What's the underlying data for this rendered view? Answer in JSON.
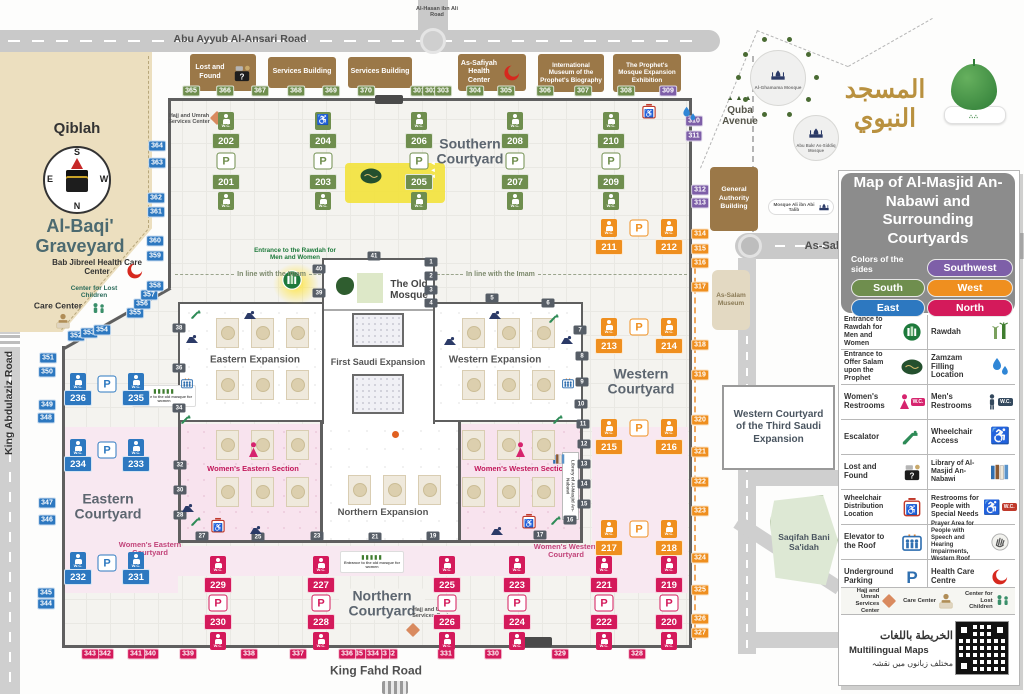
{
  "brand": {
    "arabic_title": "المسجد النبوي"
  },
  "roads": {
    "abu_ayyub": "Abu Ayyub Al-Ansari Road",
    "al_hasan": "Al-Hasan ibn Ali Road",
    "king_abdulaziz": "King Abdulaziz Road",
    "king_fahd": "King Fahd Road",
    "as_salam": "As-Salam Road",
    "quba": "Quba Avenue"
  },
  "compass": {
    "title": "Qiblah",
    "n": "N",
    "s": "S",
    "e": "E",
    "w": "W"
  },
  "places": {
    "graveyard": "Al-Baqi' Graveyard",
    "bab_jibreel": "Bab Jibreel Health Care Center",
    "lost_children": "Center for Lost Children",
    "care_center": "Care Center",
    "al_ghamama": "Al-Ghamama Mosque",
    "abu_bakr": "Abu Bakr As-Siddiq Mosque",
    "ali_talib": "Mosque Ali ibn Abi Talib",
    "general_authority": "General Authority Building",
    "as_salam_museum": "As-Salam Museum",
    "third_expansion": "Western Courtyard of the Third Saudi Expansion",
    "saqifah": "Saqifah Bani Sa'idah",
    "hajj_services": "Hajj and Umrah Services Center"
  },
  "buildings_top": [
    "Lost and Found",
    "Services Building",
    "Services Building",
    "As-Safiyah Health Center",
    "International Museum of the Prophet's Biography",
    "The Prophet's Mosque Expansion Exhibition"
  ],
  "mosque": {
    "old_mosque": "The Old Mosque",
    "first_saudi": "First Saudi Expansion",
    "eastern_expansion": "Eastern Expansion",
    "western_expansion": "Western Expansion",
    "northern_expansion": "Northern Expansion",
    "womens_eastern_section": "Women's Eastern Section",
    "womens_western_section": "Women's Western Section",
    "rawdah_entrance": "Entrance to the Rawdah for Men and Women",
    "imam_line": "In line with the Imam",
    "old_mosque_women_entrance": "Entrance to the old mosque for women",
    "library_vertical": "Library of Al-Masjid An-Nabawi"
  },
  "courtyards": {
    "southern": "Southern Courtyard",
    "western": "Western Courtyard",
    "eastern": "Eastern Courtyard",
    "northern": "Northern Courtyard",
    "womens_eastern": "Women's Eastern Courtyard",
    "womens_western": "Women's Western Courtyard"
  },
  "gates": {
    "south": [
      "365",
      "366",
      "367",
      "368",
      "369",
      "370",
      "301",
      "302",
      "303",
      "304",
      "305",
      "306",
      "307",
      "308"
    ],
    "southwest": [
      "309",
      "310",
      "311",
      "312",
      "313"
    ],
    "west": [
      "314",
      "315",
      "316",
      "317",
      "318",
      "319",
      "320",
      "321",
      "322",
      "323",
      "324",
      "325",
      "326",
      "327"
    ],
    "north": [
      "328",
      "329",
      "330",
      "331",
      "332",
      "333",
      "334",
      "335",
      "336",
      "337",
      "338",
      "339",
      "340",
      "341",
      "342",
      "343"
    ],
    "east": [
      "344",
      "345",
      "346",
      "347",
      "348",
      "349",
      "350",
      "351",
      "352",
      "353",
      "354",
      "355",
      "356",
      "357",
      "358",
      "359",
      "360",
      "361",
      "362",
      "363",
      "364"
    ],
    "inner": [
      "1",
      "2",
      "3",
      "4",
      "5",
      "6",
      "7",
      "8",
      "9",
      "10",
      "11",
      "12",
      "13",
      "14",
      "15",
      "16",
      "17",
      "19",
      "21",
      "23",
      "25",
      "27",
      "28",
      "30",
      "32",
      "34",
      "36",
      "38",
      "39",
      "40",
      "41"
    ]
  },
  "parking": {
    "southern": [
      [
        "202",
        "201"
      ],
      [
        "204",
        "203"
      ],
      [
        "206",
        "205"
      ],
      [
        "208",
        "207"
      ],
      [
        "210",
        "209"
      ]
    ],
    "western": [
      [
        "211",
        "212"
      ],
      [
        "213",
        "214"
      ],
      [
        "215",
        "216"
      ],
      [
        "217",
        "218"
      ]
    ],
    "eastern": [
      [
        "236",
        "235"
      ],
      [
        "234",
        "233"
      ],
      [
        "232",
        "231"
      ]
    ],
    "northern": [
      [
        "229",
        "230"
      ],
      [
        "227",
        "228"
      ],
      [
        "225",
        "226"
      ],
      [
        "223",
        "224"
      ],
      [
        "221",
        "222"
      ],
      [
        "219",
        "220"
      ]
    ],
    "p_label": "P"
  },
  "colors": {
    "south": "#6f8e4e",
    "southwest": "#7e5fa8",
    "east": "#2d78c0",
    "west": "#ef8f1f",
    "north": "#d41a5b",
    "building": "#9b7848",
    "graveyard": "#ecdfbf",
    "road": "#c9c9c9",
    "pink": "#f8e3ee"
  },
  "legend": {
    "title": "Map of Al-Masjid An-Nabawi and Surrounding Courtyards",
    "colors_key_label": "Colors of the sides",
    "side_colors": [
      {
        "label": "South",
        "color": "#6f8e4e"
      },
      {
        "label": "Southwest",
        "color": "#7e5fa8"
      },
      {
        "label": "East",
        "color": "#2d78c0"
      },
      {
        "label": "West",
        "color": "#ef8f1f"
      },
      {
        "label": "North",
        "color": "#d41a5b"
      }
    ],
    "rows": [
      {
        "left": {
          "label": "Entrance to Rawdah for Men and Women",
          "icon": "rawdah-entrance-icon"
        },
        "right": {
          "label": "Rawdah",
          "icon": "rawdah-icon"
        }
      },
      {
        "left": {
          "label": "Entrance to Offer Salam upon the Prophet",
          "icon": "salam-entrance-icon"
        },
        "right": {
          "label": "Zamzam Filling Location",
          "icon": "zamzam-icon"
        }
      },
      {
        "left": {
          "label": "Women's Restrooms",
          "icon": "womens-wc-icon"
        },
        "right": {
          "label": "Men's Restrooms",
          "icon": "mens-wc-icon"
        }
      },
      {
        "left": {
          "label": "Escalator",
          "icon": "escalator-icon"
        },
        "right": {
          "label": "Wheelchair Access",
          "icon": "wheelchair-icon"
        }
      },
      {
        "left": {
          "label": "Lost and Found",
          "icon": "lost-found-icon"
        },
        "right": {
          "label": "Library of Al-Masjid An-Nabawi",
          "icon": "library-icon"
        }
      },
      {
        "left": {
          "label": "Wheelchair Distribution Location",
          "icon": "wheelchair-distribution-icon"
        },
        "right": {
          "label": "Restrooms for People with Special Needs",
          "icon": "special-needs-wc-icon"
        }
      },
      {
        "left": {
          "label": "Elevator to the Roof",
          "icon": "elevator-icon"
        },
        "right": {
          "label": "Prayer Area for People with Speech and Hearing Impairments, Western Roof",
          "icon": "sign-language-icon"
        }
      },
      {
        "left": {
          "label": "Underground Parking",
          "icon": "parking-icon"
        },
        "right": {
          "label": "Health Care Centre",
          "icon": "crescent-icon"
        }
      }
    ],
    "services_row": [
      {
        "label": "Hajj and Umrah Services Center",
        "icon": "hajj-diamond-icon"
      },
      {
        "label": "Care Center",
        "icon": "care-center-icon"
      },
      {
        "label": "Center for Lost Children",
        "icon": "lost-children-icon"
      }
    ],
    "multilingual": {
      "arabic": "الخريطة باللغات",
      "english": "Multilingual Maps",
      "urdu": "مختلف زبانوں میں نقشہ",
      "icon": "qr-code-icon"
    }
  }
}
